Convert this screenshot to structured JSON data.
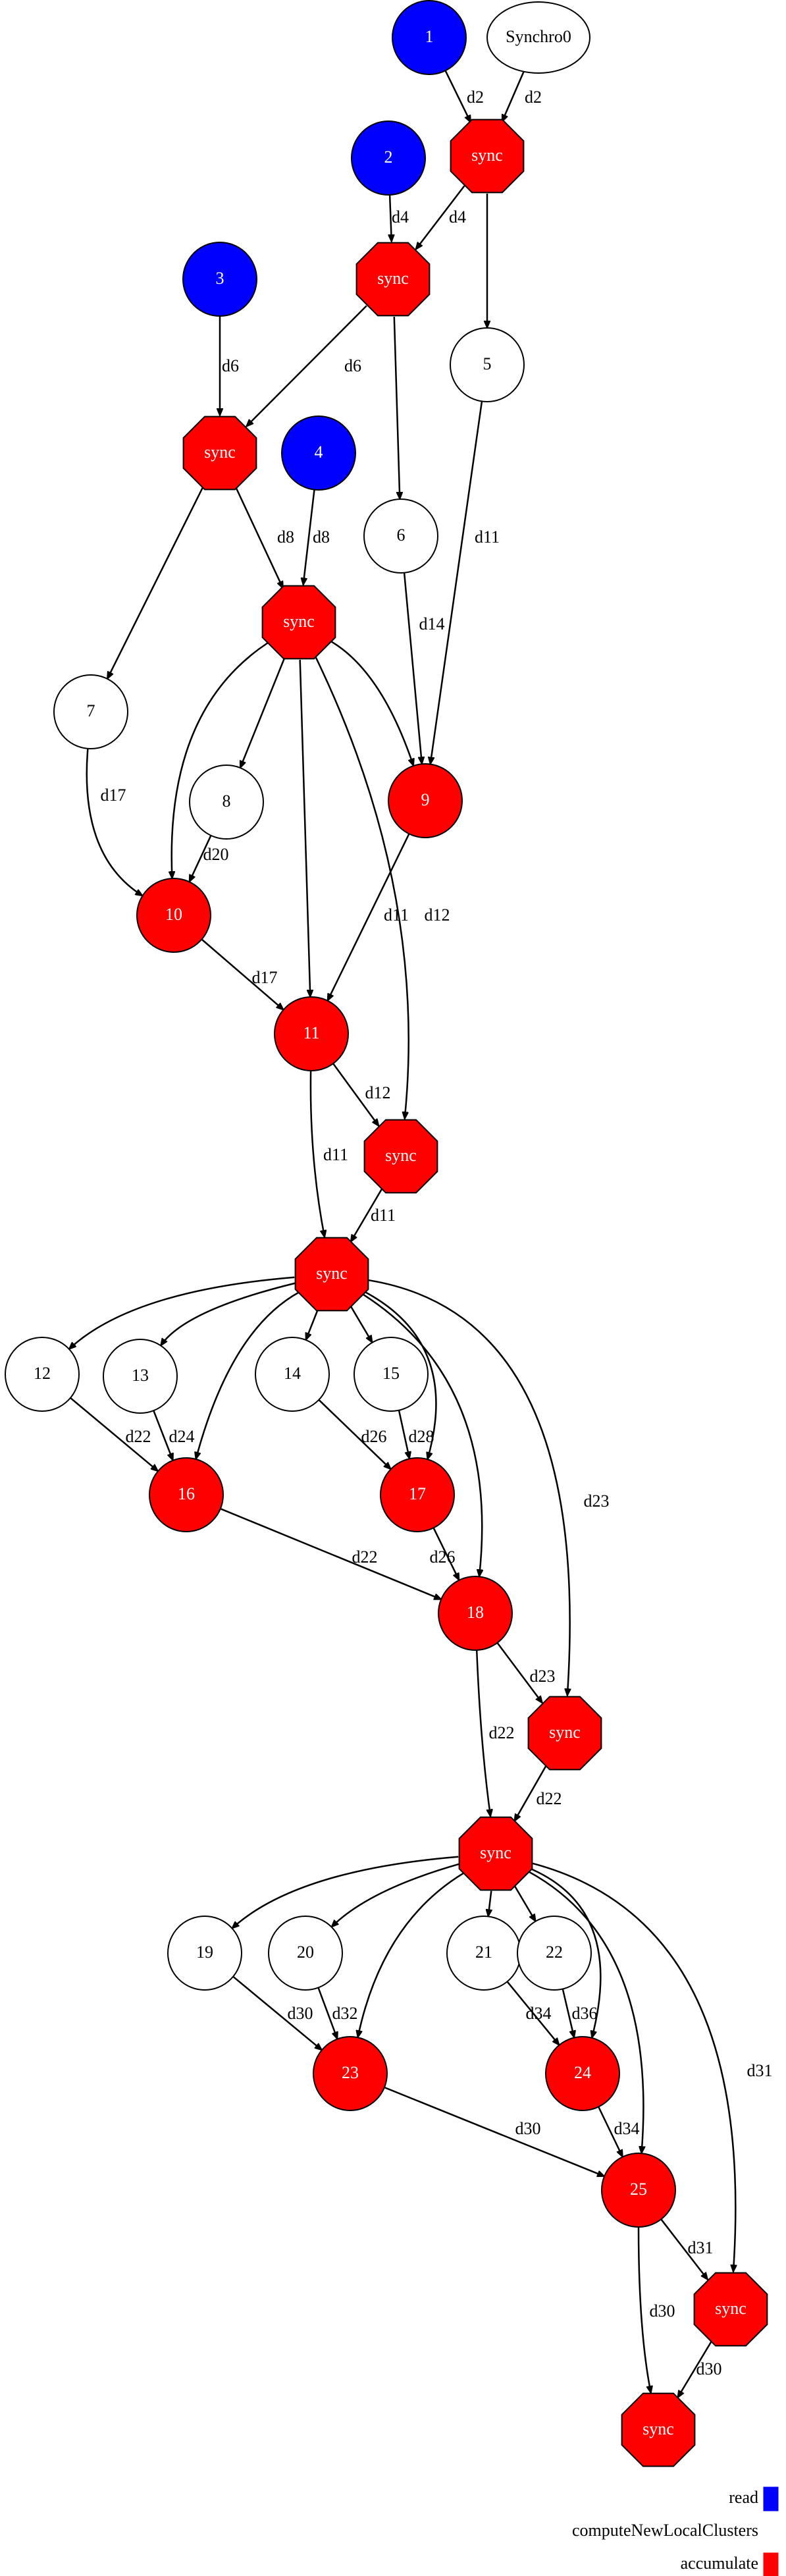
{
  "colors": {
    "read": "#0000ff",
    "accumulate": "#ff0000",
    "plain": "#ffffff",
    "stroke": "#000000",
    "text_on_color": "#ffffff",
    "text_on_plain": "#000000"
  },
  "nodes": [
    {
      "id": "n1",
      "label": "1",
      "kind": "read"
    },
    {
      "id": "nS0",
      "label": "Synchro0",
      "kind": "plain-ellipse"
    },
    {
      "id": "s1",
      "label": "sync",
      "kind": "sync"
    },
    {
      "id": "n2",
      "label": "2",
      "kind": "read"
    },
    {
      "id": "s2",
      "label": "sync",
      "kind": "sync"
    },
    {
      "id": "n3",
      "label": "3",
      "kind": "read"
    },
    {
      "id": "n5",
      "label": "5",
      "kind": "plain"
    },
    {
      "id": "s3",
      "label": "sync",
      "kind": "sync"
    },
    {
      "id": "n4",
      "label": "4",
      "kind": "read"
    },
    {
      "id": "n6",
      "label": "6",
      "kind": "plain"
    },
    {
      "id": "s4",
      "label": "sync",
      "kind": "sync"
    },
    {
      "id": "n7",
      "label": "7",
      "kind": "plain"
    },
    {
      "id": "n8",
      "label": "8",
      "kind": "plain"
    },
    {
      "id": "n9",
      "label": "9",
      "kind": "acc"
    },
    {
      "id": "n10",
      "label": "10",
      "kind": "acc"
    },
    {
      "id": "n11",
      "label": "11",
      "kind": "acc"
    },
    {
      "id": "s5",
      "label": "sync",
      "kind": "sync"
    },
    {
      "id": "s6",
      "label": "sync",
      "kind": "sync"
    },
    {
      "id": "n12",
      "label": "12",
      "kind": "plain"
    },
    {
      "id": "n13",
      "label": "13",
      "kind": "plain"
    },
    {
      "id": "n14",
      "label": "14",
      "kind": "plain"
    },
    {
      "id": "n15",
      "label": "15",
      "kind": "plain"
    },
    {
      "id": "n16",
      "label": "16",
      "kind": "acc"
    },
    {
      "id": "n17",
      "label": "17",
      "kind": "acc"
    },
    {
      "id": "n18",
      "label": "18",
      "kind": "acc"
    },
    {
      "id": "s7",
      "label": "sync",
      "kind": "sync"
    },
    {
      "id": "s8",
      "label": "sync",
      "kind": "sync"
    },
    {
      "id": "n19",
      "label": "19",
      "kind": "plain"
    },
    {
      "id": "n20",
      "label": "20",
      "kind": "plain"
    },
    {
      "id": "n21",
      "label": "21",
      "kind": "plain"
    },
    {
      "id": "n22",
      "label": "22",
      "kind": "plain"
    },
    {
      "id": "n23",
      "label": "23",
      "kind": "acc"
    },
    {
      "id": "n24",
      "label": "24",
      "kind": "acc"
    },
    {
      "id": "n25",
      "label": "25",
      "kind": "acc"
    },
    {
      "id": "s9",
      "label": "sync",
      "kind": "sync"
    },
    {
      "id": "s10",
      "label": "sync",
      "kind": "sync"
    }
  ],
  "edges": [
    {
      "from": "n1",
      "to": "s1",
      "label": "d2"
    },
    {
      "from": "nS0",
      "to": "s1",
      "label": "d2"
    },
    {
      "from": "n2",
      "to": "s2",
      "label": "d4"
    },
    {
      "from": "s1",
      "to": "s2",
      "label": "d4"
    },
    {
      "from": "s1",
      "to": "n5",
      "label": ""
    },
    {
      "from": "n3",
      "to": "s3",
      "label": "d6"
    },
    {
      "from": "s2",
      "to": "s3",
      "label": "d6"
    },
    {
      "from": "s2",
      "to": "n6",
      "label": ""
    },
    {
      "from": "n4",
      "to": "s4",
      "label": "d8"
    },
    {
      "from": "s3",
      "to": "s4",
      "label": "d8"
    },
    {
      "from": "s3",
      "to": "n7",
      "label": ""
    },
    {
      "from": "n5",
      "to": "n9",
      "label": "d11"
    },
    {
      "from": "n6",
      "to": "n9",
      "label": "d14"
    },
    {
      "from": "s4",
      "to": "n8",
      "label": ""
    },
    {
      "from": "s4",
      "to": "n9",
      "label": ""
    },
    {
      "from": "s4",
      "to": "n10",
      "label": ""
    },
    {
      "from": "s4",
      "to": "n11",
      "label": ""
    },
    {
      "from": "s4",
      "to": "s5",
      "label": "d12"
    },
    {
      "from": "n7",
      "to": "n10",
      "label": "d17"
    },
    {
      "from": "n8",
      "to": "n10",
      "label": "d20"
    },
    {
      "from": "n9",
      "to": "n11",
      "label": "d11"
    },
    {
      "from": "n10",
      "to": "n11",
      "label": "d17"
    },
    {
      "from": "n11",
      "to": "s5",
      "label": "d12"
    },
    {
      "from": "n11",
      "to": "s6",
      "label": "d11"
    },
    {
      "from": "s5",
      "to": "s6",
      "label": "d11"
    },
    {
      "from": "s6",
      "to": "n12",
      "label": ""
    },
    {
      "from": "s6",
      "to": "n13",
      "label": ""
    },
    {
      "from": "s6",
      "to": "n14",
      "label": ""
    },
    {
      "from": "s6",
      "to": "n15",
      "label": ""
    },
    {
      "from": "s6",
      "to": "n16",
      "label": ""
    },
    {
      "from": "s6",
      "to": "n17",
      "label": ""
    },
    {
      "from": "s6",
      "to": "n18",
      "label": ""
    },
    {
      "from": "s6",
      "to": "s7",
      "label": "d23"
    },
    {
      "from": "n12",
      "to": "n16",
      "label": "d22"
    },
    {
      "from": "n13",
      "to": "n16",
      "label": "d24"
    },
    {
      "from": "n14",
      "to": "n17",
      "label": "d26"
    },
    {
      "from": "n15",
      "to": "n17",
      "label": "d28"
    },
    {
      "from": "n16",
      "to": "n18",
      "label": "d22"
    },
    {
      "from": "n17",
      "to": "n18",
      "label": "d26"
    },
    {
      "from": "n18",
      "to": "s7",
      "label": "d23"
    },
    {
      "from": "n18",
      "to": "s8",
      "label": "d22"
    },
    {
      "from": "s7",
      "to": "s8",
      "label": "d22"
    },
    {
      "from": "s8",
      "to": "n19",
      "label": ""
    },
    {
      "from": "s8",
      "to": "n20",
      "label": ""
    },
    {
      "from": "s8",
      "to": "n21",
      "label": ""
    },
    {
      "from": "s8",
      "to": "n22",
      "label": ""
    },
    {
      "from": "s8",
      "to": "n23",
      "label": ""
    },
    {
      "from": "s8",
      "to": "n24",
      "label": ""
    },
    {
      "from": "s8",
      "to": "n25",
      "label": ""
    },
    {
      "from": "s8",
      "to": "s9",
      "label": "d31"
    },
    {
      "from": "n19",
      "to": "n23",
      "label": "d30"
    },
    {
      "from": "n20",
      "to": "n23",
      "label": "d32"
    },
    {
      "from": "n21",
      "to": "n24",
      "label": "d34"
    },
    {
      "from": "n22",
      "to": "n24",
      "label": "d36"
    },
    {
      "from": "n23",
      "to": "n25",
      "label": "d30"
    },
    {
      "from": "n24",
      "to": "n25",
      "label": "d34"
    },
    {
      "from": "n25",
      "to": "s9",
      "label": "d31"
    },
    {
      "from": "n25",
      "to": "s10",
      "label": "d30"
    },
    {
      "from": "s9",
      "to": "s10",
      "label": "d30"
    }
  ],
  "legend": [
    {
      "label": "read",
      "color": "#0000ff"
    },
    {
      "label": "computeNewLocalClusters",
      "color": "#ffffff"
    },
    {
      "label": "accumulate",
      "color": "#ff0000"
    }
  ]
}
